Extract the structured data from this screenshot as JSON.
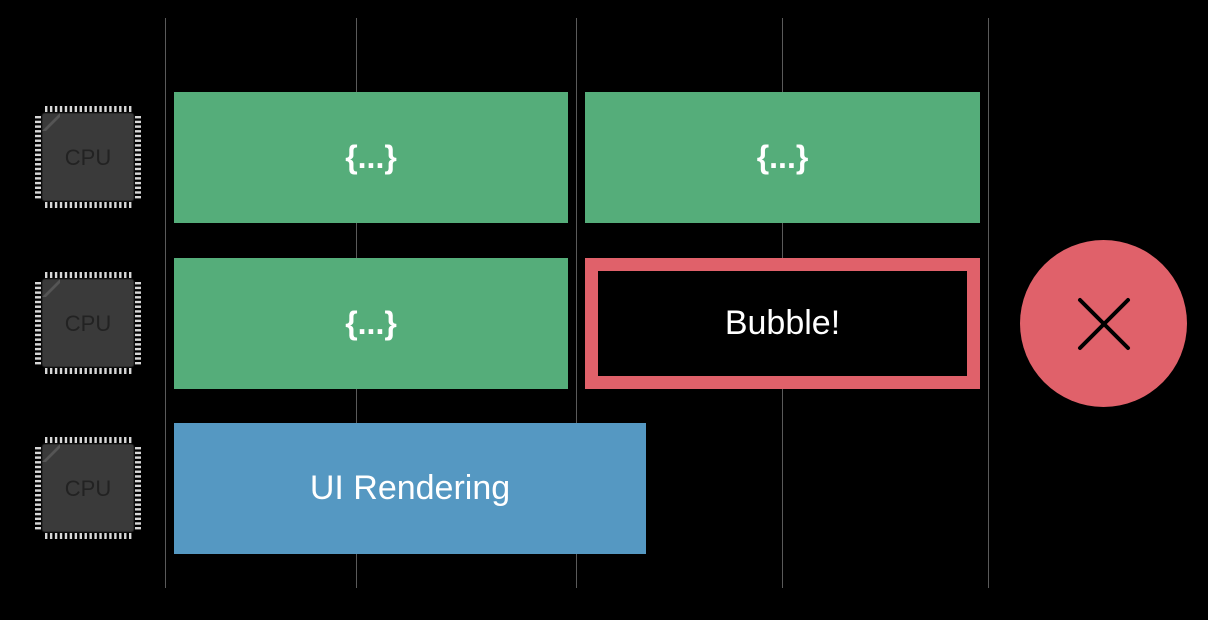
{
  "colors": {
    "background": "#000000",
    "gridline": "#5a5a5a",
    "task": "#55ad7a",
    "render": "#5598c2",
    "bubble_border": "#e0616a",
    "error": "#e0616a",
    "text": "#ffffff",
    "cpu_body": "#3a3a3a",
    "cpu_pins": "#d8d8d8"
  },
  "cpus": [
    {
      "label": "CPU"
    },
    {
      "label": "CPU"
    },
    {
      "label": "CPU"
    }
  ],
  "rows": [
    {
      "blocks": [
        {
          "kind": "task",
          "label": "{...}"
        },
        {
          "kind": "task",
          "label": "{...}"
        }
      ]
    },
    {
      "blocks": [
        {
          "kind": "task",
          "label": "{...}"
        },
        {
          "kind": "bubble",
          "label": "Bubble!"
        }
      ]
    },
    {
      "blocks": [
        {
          "kind": "render",
          "label": "UI Rendering"
        }
      ]
    }
  ],
  "error_icon": "close-icon"
}
